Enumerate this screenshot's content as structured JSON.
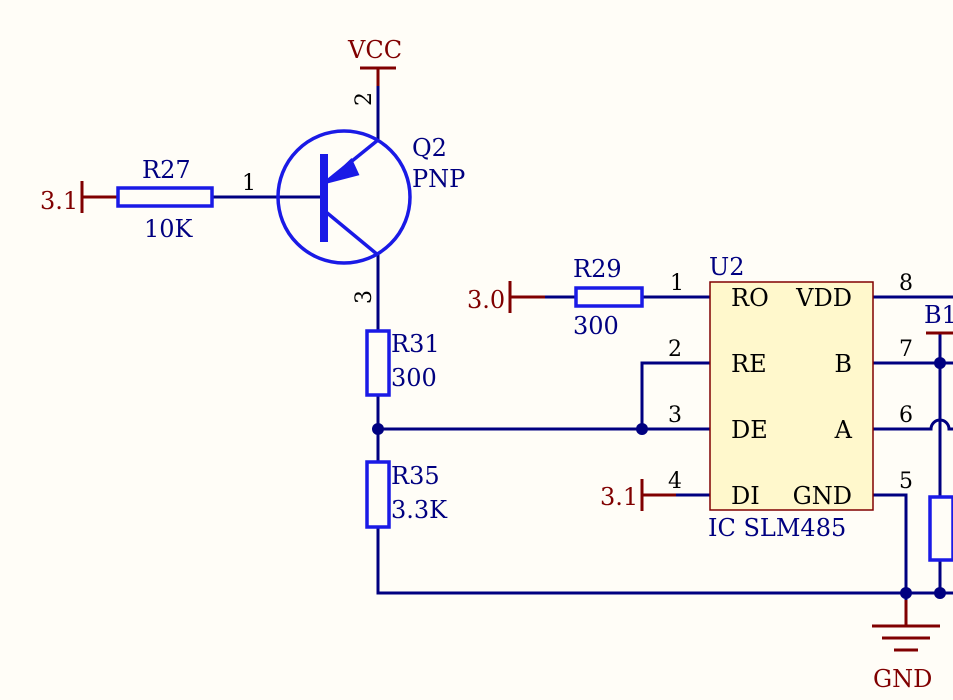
{
  "colors": {
    "background": "#fffdf7",
    "wire": "#000080",
    "component": "#1a1ae6",
    "power": "#800000",
    "ic_fill": "#fff8cc",
    "ic_border": "#800000",
    "designator": "#000080",
    "pin_number": "#000000"
  },
  "power": {
    "vcc": "VCC",
    "gnd": "GND",
    "net_3_1_left": "3.1",
    "net_3_0": "3.0",
    "net_3_1_bottom": "3.1"
  },
  "q2": {
    "designator": "Q2",
    "type": "PNP",
    "pin_base": "1",
    "pin_emitter": "2",
    "pin_collector": "3"
  },
  "r27": {
    "designator": "R27",
    "value": "10K"
  },
  "r29": {
    "designator": "R29",
    "value": "300"
  },
  "r31": {
    "designator": "R31",
    "value": "300"
  },
  "r35": {
    "designator": "R35",
    "value": "3.3K"
  },
  "u2": {
    "designator": "U2",
    "part": "IC SLM485",
    "pins": {
      "ro": "RO",
      "re": "RE",
      "de": "DE",
      "di": "DI",
      "vdd": "VDD",
      "b": "B",
      "a": "A",
      "gnd": "GND"
    },
    "pin_numbers": [
      "1",
      "2",
      "3",
      "4",
      "5",
      "6",
      "7",
      "8"
    ]
  },
  "b1": {
    "designator": "B1"
  }
}
